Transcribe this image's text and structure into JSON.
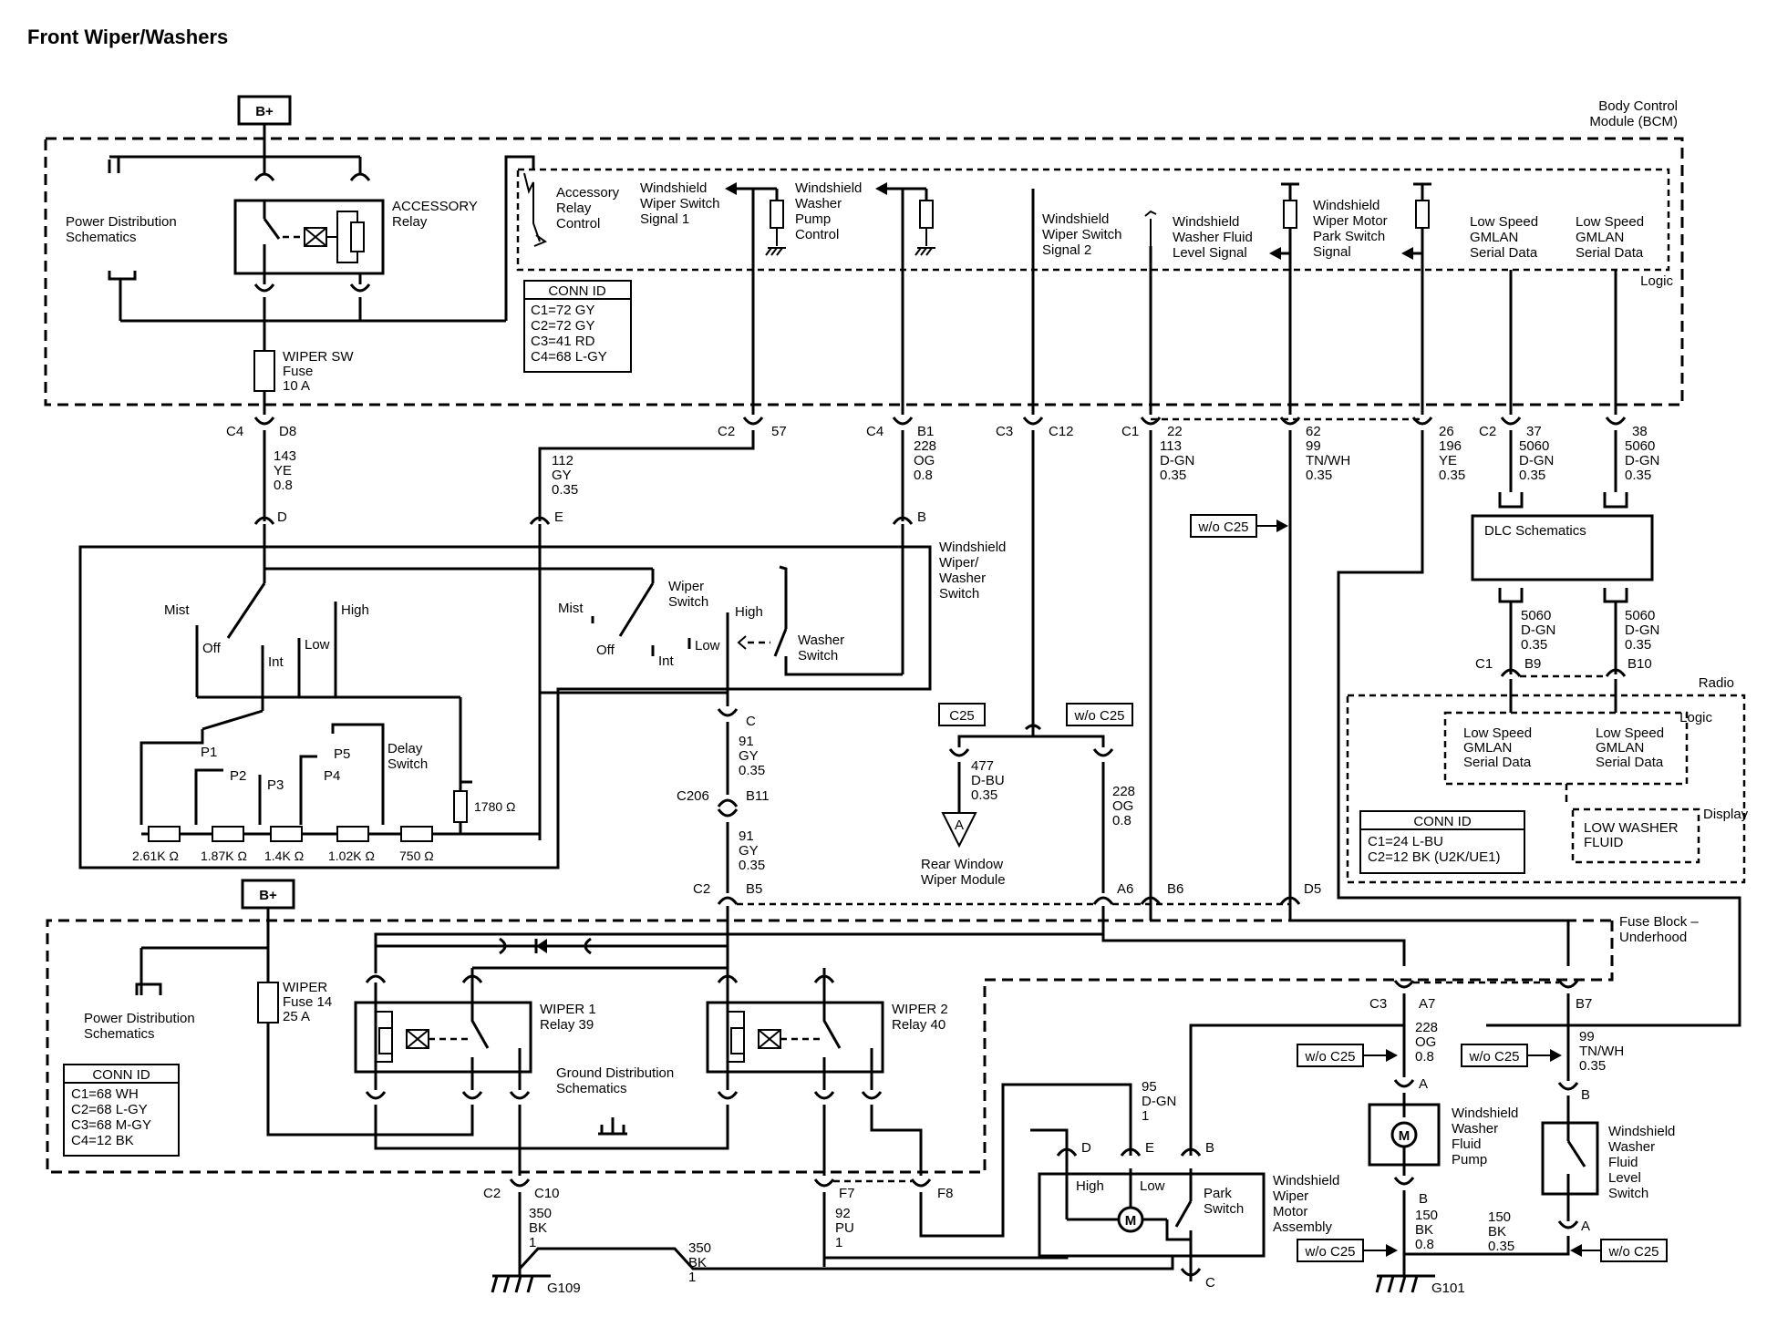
{
  "title": "Front Wiper/Washers",
  "bplus": "B+",
  "bcm": {
    "line1": "Body Control",
    "line2": "Module (BCM)",
    "logic": "Logic"
  },
  "pds1": {
    "line1": "Power Distribution",
    "line2": "Schematics"
  },
  "accessory_relay": {
    "line1": "ACCESSORY",
    "line2": "Relay"
  },
  "wiper_sw_fuse": {
    "line1": "WIPER SW",
    "line2": "Fuse",
    "line3": "10 A"
  },
  "acc_relay_control": {
    "line1": "Accessory",
    "line2": "Relay",
    "line3": "Control"
  },
  "ws_signal1": {
    "line1": "Windshield",
    "line2": "Wiper Switch",
    "line3": "Signal 1"
  },
  "ws_pump_control": {
    "line1": "Windshield",
    "line2": "Washer",
    "line3": "Pump",
    "line4": "Control"
  },
  "ws_signal2": {
    "line1": "Windshield",
    "line2": "Wiper Switch",
    "line3": "Signal 2"
  },
  "ws_fluid_level": {
    "line1": "Windshield",
    "line2": "Washer Fluid",
    "line3": "Level Signal"
  },
  "ws_park": {
    "line1": "Windshield",
    "line2": "Wiper Motor",
    "line3": "Park Switch",
    "line4": "Signal"
  },
  "gmlan1": {
    "line1": "Low Speed",
    "line2": "GMLAN",
    "line3": "Serial Data"
  },
  "gmlan2": {
    "line1": "Low Speed",
    "line2": "GMLAN",
    "line3": "Serial Data"
  },
  "conn_id_bcm": {
    "title": "CONN ID",
    "rows": [
      "C1=72 GY",
      "C2=72 GY",
      "C3=41 RD",
      "C4=68 L-GY"
    ]
  },
  "pins_top": {
    "c4": "C4",
    "d8": "D8",
    "c2": "C2",
    "p57": "57",
    "c4b": "C4",
    "b1": "B1",
    "c3": "C3",
    "c12": "C12",
    "c1": "C1",
    "p22": "22",
    "p62": "62",
    "p26": "26",
    "c2b": "C2",
    "p37": "37",
    "p38": "38"
  },
  "wires_top": {
    "w143": [
      "143",
      "YE",
      "0.8"
    ],
    "w112": [
      "112",
      "GY",
      "0.35"
    ],
    "w228a": [
      "228",
      "OG",
      "0.8"
    ],
    "w113": [
      "113",
      "D-GN",
      "0.35"
    ],
    "w99a": [
      "99",
      "TN/WH",
      "0.35"
    ],
    "w196": [
      "196",
      "YE",
      "0.35"
    ],
    "w5060a": [
      "5060",
      "D-GN",
      "0.35"
    ],
    "w5060b": [
      "5060",
      "D-GN",
      "0.35"
    ]
  },
  "switch_pins": {
    "d": "D",
    "e": "E",
    "b": "B"
  },
  "ww_switch": {
    "line1": "Windshield",
    "line2": "Wiper/",
    "line3": "Washer",
    "line4": "Switch"
  },
  "sw_left": {
    "mist": "Mist",
    "off": "Off",
    "int": "Int",
    "low": "Low",
    "high": "High"
  },
  "sw_right": {
    "wiper_switch1": "Wiper",
    "wiper_switch2": "Switch",
    "mist": "Mist",
    "off": "Off",
    "int": "Int",
    "low": "Low",
    "high": "High",
    "washer1": "Washer",
    "washer2": "Switch"
  },
  "delay": {
    "line1": "Delay",
    "line2": "Switch",
    "p1": "P1",
    "p2": "P2",
    "p3": "P3",
    "p4": "P4",
    "p5": "P5"
  },
  "resistors": {
    "r1": "2.61K Ω",
    "r2": "1.87K Ω",
    "r3": "1.4K Ω",
    "r4": "1.02K Ω",
    "r5": "750 Ω",
    "r6": "1780 Ω"
  },
  "mid": {
    "pin_c": "C",
    "w91a": [
      "91",
      "GY",
      "0.35"
    ],
    "c206": "C206",
    "b11": "B11",
    "w91b": [
      "91",
      "GY",
      "0.35"
    ],
    "c2": "C2",
    "b5": "B5"
  },
  "c25_box": "C25",
  "wo_c25_box": "w/o C25",
  "rear": {
    "w477": [
      "477",
      "D-BU",
      "0.35"
    ],
    "tri": "A",
    "line1": "Rear Window",
    "line2": "Wiper Module"
  },
  "w228b": [
    "228",
    "OG",
    "0.8"
  ],
  "fuse_pins": {
    "a6": "A6",
    "b6": "B6",
    "d5": "D5"
  },
  "dlc": "DLC Schematics",
  "radio_pins": {
    "c1": "C1",
    "b9": "B9",
    "b10": "B10"
  },
  "radio": {
    "title": "Radio",
    "logic": "Logic",
    "display": "Display",
    "gm1": [
      "Low Speed",
      "GMLAN",
      "Serial Data"
    ],
    "gm2": [
      "Low Speed",
      "GMLAN",
      "Serial Data"
    ],
    "lwf": [
      "LOW WASHER",
      "FLUID"
    ]
  },
  "conn_id_radio": {
    "title": "CONN ID",
    "rows": [
      "C1=24 L-BU",
      "C2=12 BK (U2K/UE1)"
    ]
  },
  "fuse_block": {
    "line1": "Fuse Block –",
    "line2": "Underhood"
  },
  "pds2": {
    "line1": "Power Distribution",
    "line2": "Schematics"
  },
  "wiper_fuse14": {
    "line1": "WIPER",
    "line2": "Fuse 14",
    "line3": "25 A"
  },
  "relay39": {
    "line1": "WIPER 1",
    "line2": "Relay 39"
  },
  "relay40": {
    "line1": "WIPER 2",
    "line2": "Relay 40"
  },
  "gds": {
    "line1": "Ground Distribution",
    "line2": "Schematics"
  },
  "conn_id_fuse": {
    "title": "CONN ID",
    "rows": [
      "C1=68 WH",
      "C2=68 L-GY",
      "C3=68 M-GY",
      "C4=12 BK"
    ]
  },
  "bottom_pins": {
    "c2": "C2",
    "c10": "C10",
    "f7": "F7",
    "f8": "F8",
    "c3": "C3",
    "a7": "A7",
    "b7": "B7"
  },
  "wires_bottom": {
    "w350a": [
      "350",
      "BK",
      "1"
    ],
    "w350b": [
      "350",
      "BK",
      "1"
    ],
    "w92": [
      "92",
      "PU",
      "1"
    ],
    "w95": [
      "95",
      "D-GN",
      "1"
    ],
    "w228c": [
      "228",
      "OG",
      "0.8"
    ],
    "w99b": [
      "99",
      "TN/WH",
      "0.35"
    ],
    "w150a": [
      "150",
      "BK",
      "0.8"
    ],
    "w150b": [
      "150",
      "BK",
      "0.35"
    ]
  },
  "motor": {
    "d": "D",
    "e": "E",
    "b": "B",
    "c": "C",
    "high": "High",
    "low": "Low",
    "park1": "Park",
    "park2": "Switch",
    "m": "M",
    "line1": "Windshield",
    "line2": "Wiper",
    "line3": "Motor",
    "line4": "Assembly"
  },
  "pump": {
    "a": "A",
    "b": "B",
    "m": "M",
    "line1": "Windshield",
    "line2": "Washer",
    "line3": "Fluid",
    "line4": "Pump"
  },
  "level_sw": {
    "b": "B",
    "a": "A",
    "line1": "Windshield",
    "line2": "Washer",
    "line3": "Fluid",
    "line4": "Level",
    "line5": "Switch"
  },
  "grounds": {
    "g109": "G109",
    "g101": "G101"
  }
}
